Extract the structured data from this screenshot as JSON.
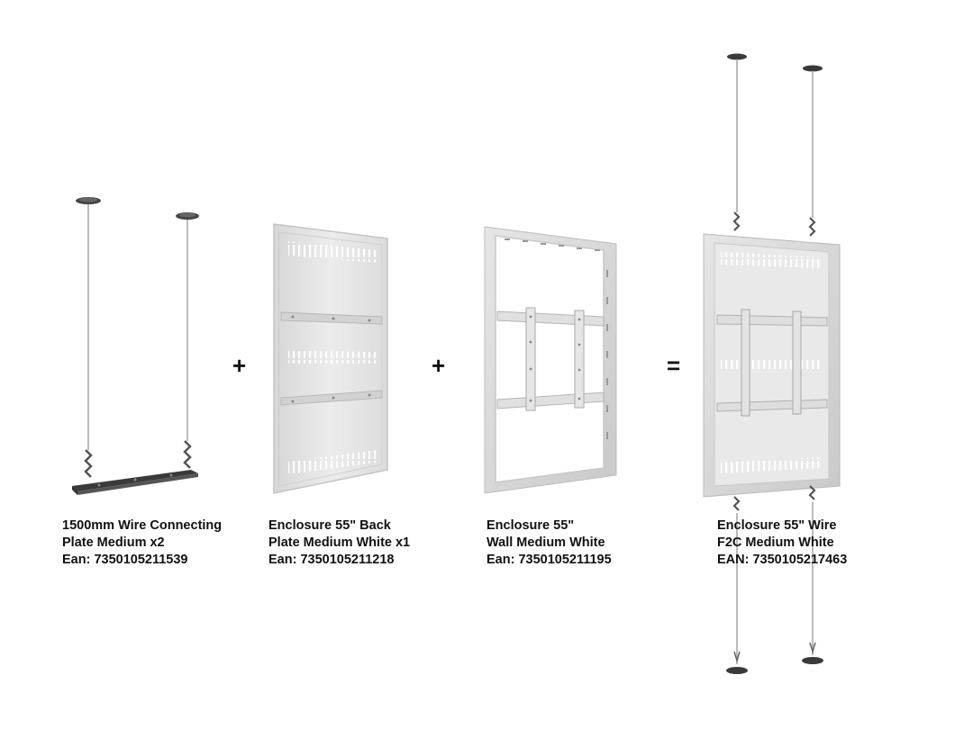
{
  "products": [
    {
      "line1": "1500mm Wire Connecting",
      "line2": "Plate Medium x2",
      "ean": "Ean: 7350105211539",
      "icon": "wire-connecting-plate-icon"
    },
    {
      "line1": "Enclosure 55\" Back",
      "line2": "Plate Medium White x1",
      "ean": "Ean: 7350105211218",
      "icon": "back-plate-icon"
    },
    {
      "line1": "Enclosure 55\"",
      "line2": "Wall Medium White",
      "ean": "Ean: 7350105211195",
      "icon": "wall-frame-icon"
    },
    {
      "line1": "Enclosure 55\" Wire",
      "line2": "F2C Medium White",
      "ean": "EAN: 7350105217463",
      "icon": "wire-f2c-assembly-icon"
    }
  ],
  "operators": {
    "plus1": "+",
    "plus2": "+",
    "equals": "="
  },
  "colors": {
    "metal": "#e4e4e4",
    "frame": "#d9d9d9",
    "dark": "#3a3a3a",
    "text": "#111111"
  }
}
